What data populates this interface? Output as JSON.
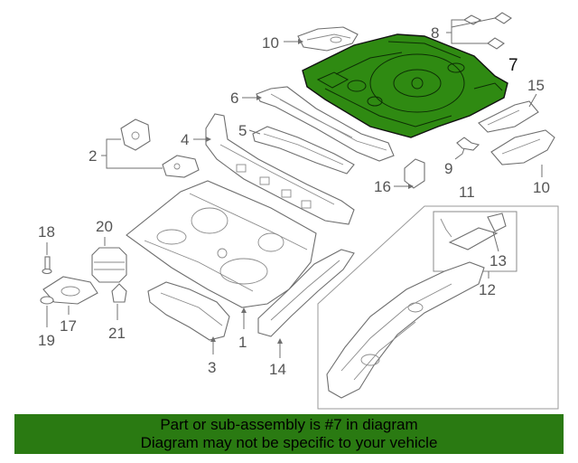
{
  "callouts": {
    "c1": "1",
    "c2": "2",
    "c3": "3",
    "c4": "4",
    "c5": "5",
    "c6": "6",
    "c7": "7",
    "c8": "8",
    "c9": "9",
    "c10a": "10",
    "c10b": "10",
    "c11": "11",
    "c12": "12",
    "c13": "13",
    "c14": "14",
    "c15": "15",
    "c16": "16",
    "c17": "17",
    "c18": "18",
    "c19": "19",
    "c20": "20",
    "c21": "21"
  },
  "banner": {
    "line1": "Part or sub-assembly is #7 in diagram",
    "line2": "Diagram may not be specific to your vehicle"
  },
  "colors": {
    "highlight": "#2f8a12",
    "banner_bg": "#2a7a12",
    "line": "#6f6f6f"
  }
}
